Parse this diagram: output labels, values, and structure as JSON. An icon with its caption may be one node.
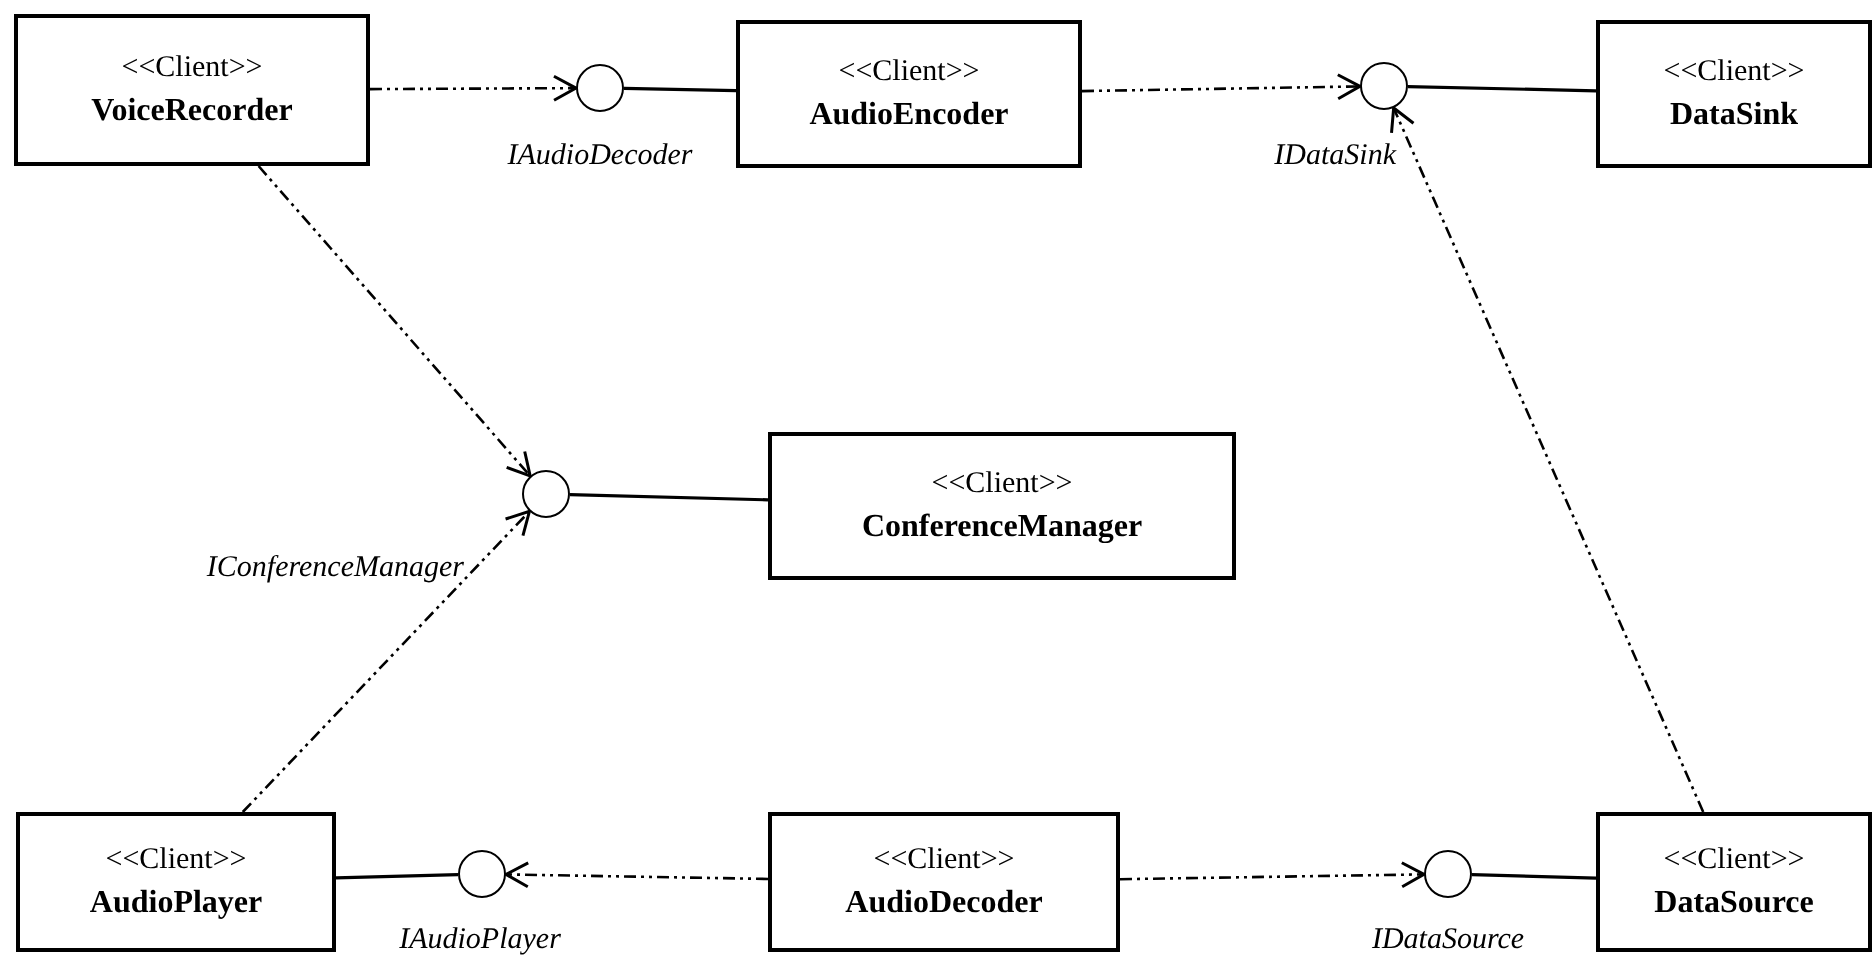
{
  "diagram": {
    "nodes": [
      {
        "text": [
          "<<Client>>",
          "VoiceRecorder"
        ]
      },
      {
        "text": [
          "IAudioDecoder"
        ]
      },
      {
        "text": [
          "<<Client>>",
          "AudioEncoder"
        ]
      },
      {
        "text": [
          "IDataSink"
        ]
      },
      {
        "text": [
          "<<Client>>",
          "DataSink"
        ]
      },
      {
        "text": [
          "IConferenceManager"
        ]
      },
      {
        "text": [
          "<<Client>>",
          "ConferenceManager"
        ]
      },
      {
        "text": [
          "<<Client>>",
          "AudioPlayer"
        ]
      },
      {
        "text": [
          "IAudioPlayer"
        ]
      },
      {
        "text": [
          "<<Client>>",
          "AudioDecoder"
        ]
      },
      {
        "text": [
          "IDataSource"
        ]
      },
      {
        "text": [
          "<<Client>>",
          "DataSource"
        ]
      }
    ],
    "edges": [
      {
        "from": 0,
        "to": 1,
        "arrow": "to",
        "style": "dashed"
      },
      {
        "from": 1,
        "to": 2,
        "arrow": "none"
      },
      {
        "from": 2,
        "to": 3,
        "arrow": "to",
        "style": "dashed"
      },
      {
        "from": 3,
        "to": 4,
        "arrow": "none"
      },
      {
        "from": 0,
        "to": 5,
        "arrow": "to",
        "style": "dashed"
      },
      {
        "from": 5,
        "to": 6,
        "arrow": "none"
      },
      {
        "from": 7,
        "to": 5,
        "arrow": "to",
        "style": "dashed"
      },
      {
        "from": 7,
        "to": 8,
        "arrow": "none"
      },
      {
        "from": 9,
        "to": 8,
        "arrow": "to",
        "style": "dashed"
      },
      {
        "from": 9,
        "to": 10,
        "arrow": "to",
        "style": "dashed"
      },
      {
        "from": 10,
        "to": 11,
        "arrow": "none"
      },
      {
        "from": 11,
        "to": 3,
        "arrow": "to",
        "style": "dashed"
      }
    ]
  }
}
